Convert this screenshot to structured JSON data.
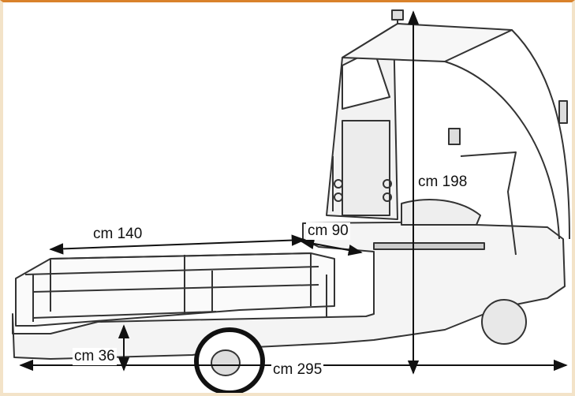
{
  "dimensions": {
    "length_total": "cm 295",
    "height_total": "cm 198",
    "bed_length": "cm 140",
    "cab_depth": "cm 90",
    "bed_height": "cm 36"
  },
  "colors": {
    "frame_accent": "#d9822b",
    "line": "#111111",
    "sketch": "#333333"
  }
}
